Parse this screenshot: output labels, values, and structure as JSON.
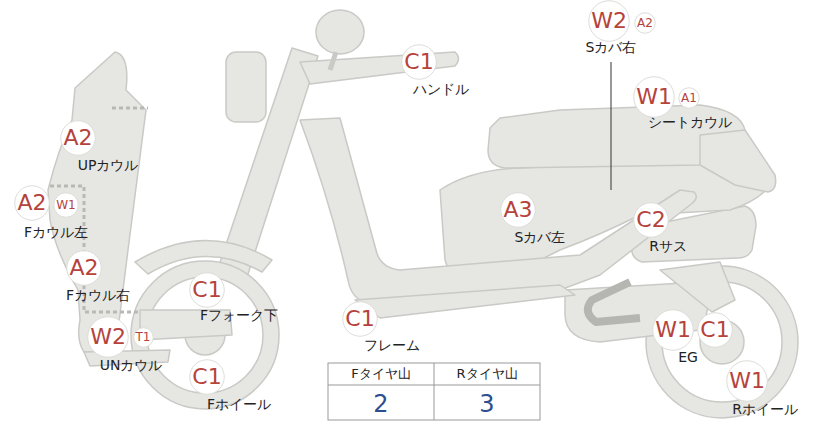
{
  "diagram": {
    "nodes": [
      {
        "text": [
          "W2"
        ]
      },
      {
        "text": [
          "A2"
        ]
      },
      {
        "text": [
          "C1"
        ]
      },
      {
        "text": [
          "W1"
        ]
      },
      {
        "text": [
          "A1"
        ]
      },
      {
        "text": [
          "A2"
        ]
      },
      {
        "text": [
          "A2"
        ]
      },
      {
        "text": [
          "W1"
        ]
      },
      {
        "text": [
          "A3"
        ]
      },
      {
        "text": [
          "C2"
        ]
      },
      {
        "text": [
          "A2"
        ]
      },
      {
        "text": [
          "C1"
        ]
      },
      {
        "text": [
          "C1"
        ]
      },
      {
        "text": [
          "W2"
        ]
      },
      {
        "text": [
          "T1"
        ]
      },
      {
        "text": [
          "W1"
        ]
      },
      {
        "text": [
          "C1"
        ]
      },
      {
        "text": [
          "C1"
        ]
      },
      {
        "text": [
          "W1"
        ]
      }
    ],
    "labels": [
      "Sカバ右",
      "ハンドル",
      "シートカウル",
      "UPカウル",
      "Fカウル左",
      "Sカバ左",
      "Rサス",
      "Fカウル右",
      "Fフォーク下",
      "フレーム",
      "UNカウル",
      "Fタイヤ山",
      "Rタイヤ山",
      "EG",
      "2",
      "3",
      "Fホイール",
      "Rホイール"
    ]
  }
}
